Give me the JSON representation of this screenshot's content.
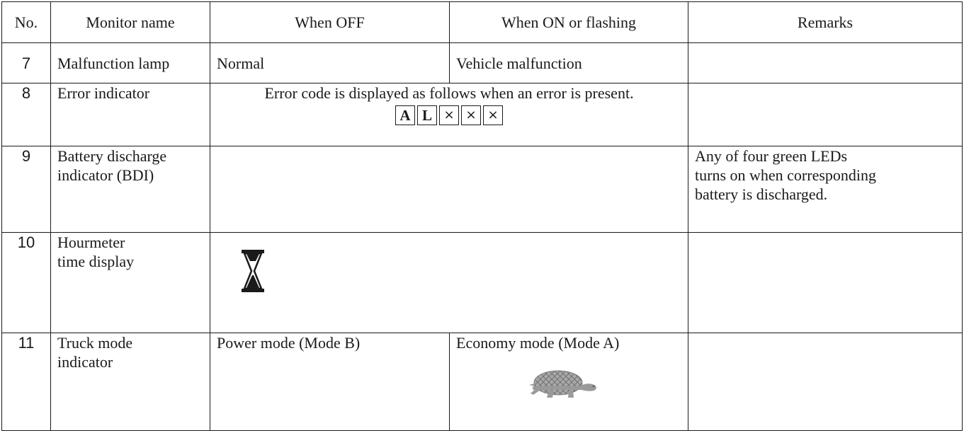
{
  "table": {
    "headers": {
      "no": "No.",
      "monitor_name": "Monitor name",
      "when_off": "When OFF",
      "when_on": "When ON or flashing",
      "remarks": "Remarks"
    },
    "rows": [
      {
        "no": "7",
        "monitor_name": "Malfunction lamp",
        "when_off": "Normal",
        "when_on": "Vehicle malfunction",
        "remarks": ""
      },
      {
        "no": "8",
        "monitor_name": "Error indicator",
        "merged_text": "Error code is displayed as follows when an error is present.",
        "error_code_boxes": [
          "A",
          "L",
          "×",
          "×",
          "×"
        ],
        "remarks": ""
      },
      {
        "no": "9",
        "monitor_name_line1": "Battery discharge",
        "monitor_name_line2": "indicator (BDI)",
        "remarks_line1": "Any of four green LEDs",
        "remarks_line2": "turns on when corresponding",
        "remarks_line3": "battery is discharged."
      },
      {
        "no": "10",
        "monitor_name_line1": "Hourmeter",
        "monitor_name_line2": "time display",
        "icon": "hourglass-icon",
        "remarks": ""
      },
      {
        "no": "11",
        "monitor_name_line1": "Truck mode",
        "monitor_name_line2": "indicator",
        "when_off": "Power mode (Mode B)",
        "when_on": "Economy mode (Mode A)",
        "icon": "turtle-icon",
        "remarks": ""
      }
    ]
  },
  "colors": {
    "ink": "#1a1a1a",
    "turtle_fill": "#9a9a9a",
    "background": "#ffffff"
  }
}
